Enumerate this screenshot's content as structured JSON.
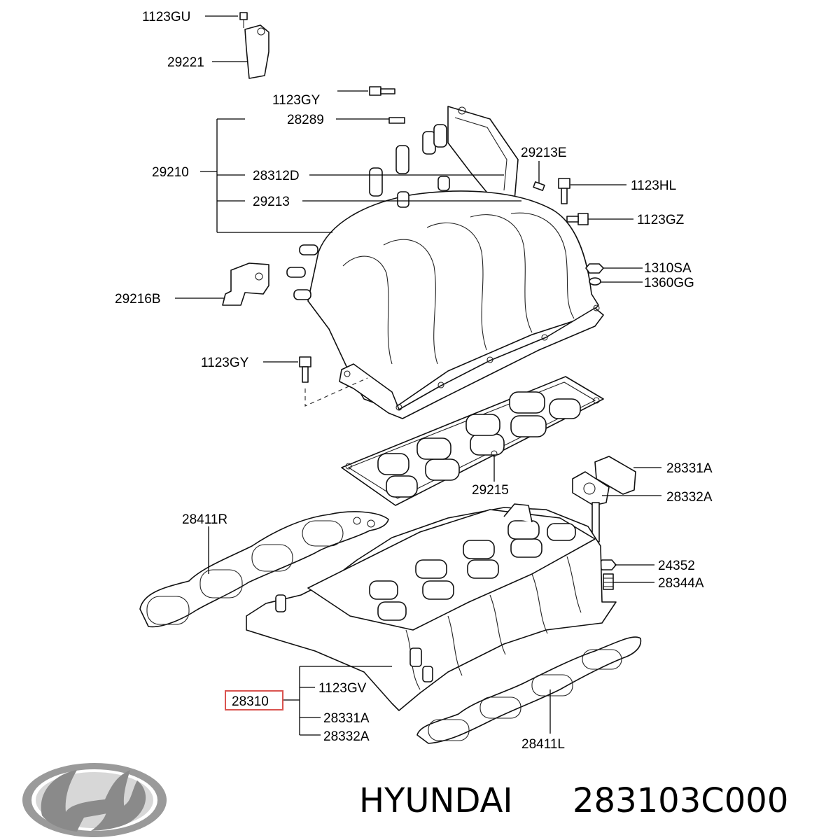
{
  "labels": {
    "p_1123GU": "1123GU",
    "p_29221": "29221",
    "p_1123GY_top": "1123GY",
    "p_28289": "28289",
    "p_29210": "29210",
    "p_28312D": "28312D",
    "p_29213": "29213",
    "p_29213E": "29213E",
    "p_1123HL": "1123HL",
    "p_1123GZ": "1123GZ",
    "p_1310SA": "1310SA",
    "p_1360GG": "1360GG",
    "p_29216B": "29216B",
    "p_1123GY_mid": "1123GY",
    "p_29215": "29215",
    "p_28331A_top": "28331A",
    "p_28332A_top": "28332A",
    "p_28411R": "28411R",
    "p_24352": "24352",
    "p_28344A": "28344A",
    "p_28310": "28310",
    "p_1123GV": "1123GV",
    "p_28331A_bot": "28331A",
    "p_28332A_bot": "28332A",
    "p_28411L": "28411L"
  },
  "footer": {
    "brand": "HYUNDAI",
    "part_number": "283103C000"
  },
  "colors": {
    "highlight_box": "#d9534f",
    "line": "#000000",
    "logo": "#8a8a8a"
  }
}
